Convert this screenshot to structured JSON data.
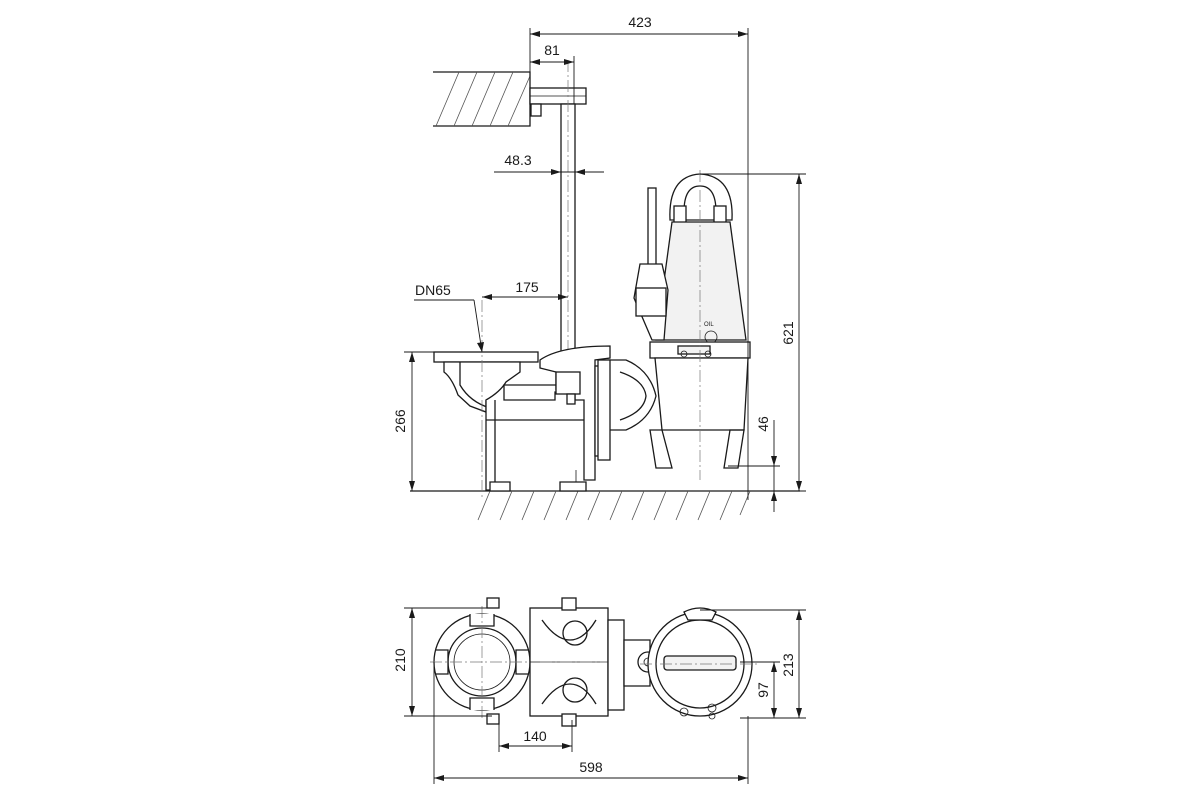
{
  "dimensions": {
    "d423": "423",
    "d81": "81",
    "d48_3": "48.3",
    "dn65": "DN65",
    "d175": "175",
    "d266": "266",
    "d621": "621",
    "d46": "46",
    "d210": "210",
    "d140": "140",
    "d598": "598",
    "d213": "213",
    "d97": "97"
  },
  "labels": {
    "oil": "OIL"
  }
}
